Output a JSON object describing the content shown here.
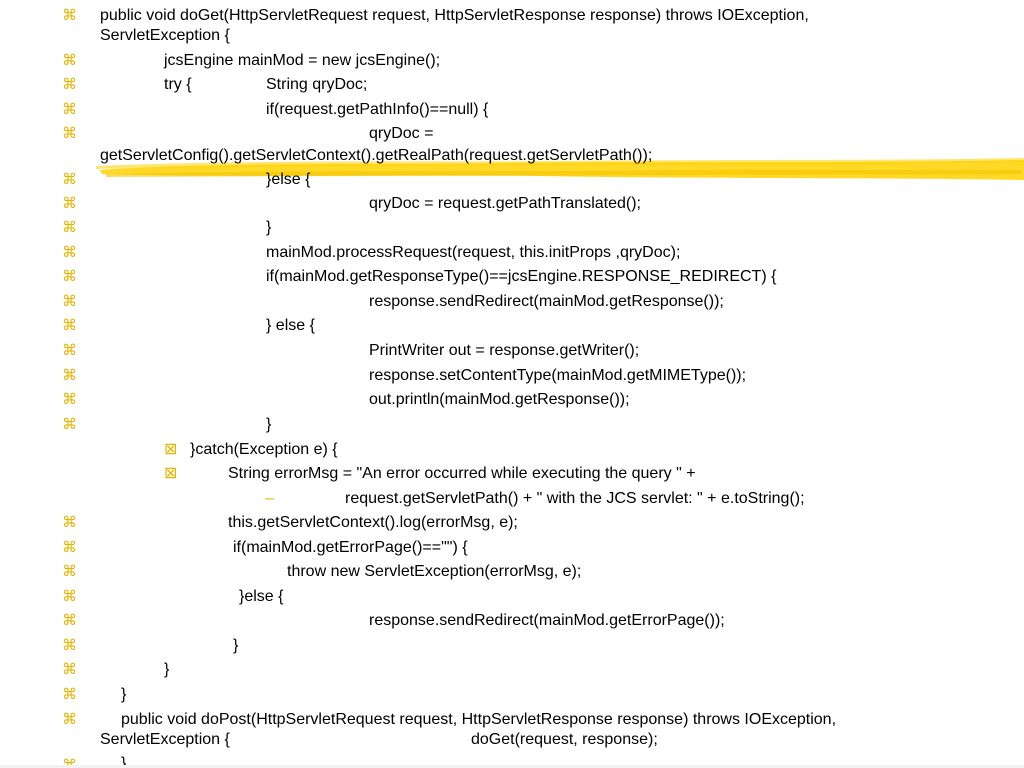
{
  "slide": {
    "bullet_glyph": "⌘",
    "sub_bullet_glyph": "⊠",
    "dash_glyph": "–",
    "accent_color": "#e7b400",
    "highlight_color": "#ffd200",
    "lines": [
      "public void doGet(HttpServletRequest request, HttpServletResponse response) throws IOException,",
      "ServletException {",
      "jcsEngine mainMod = new jcsEngine();",
      "try {",
      "String qryDoc;",
      "if(request.getPathInfo()==null) {",
      "qryDoc =",
      "getServletConfig().getServletContext().getRealPath(request.getServletPath());",
      "}else {",
      "qryDoc = request.getPathTranslated();",
      "}",
      "mainMod.processRequest(request, this.initProps ,qryDoc);",
      "if(mainMod.getResponseType()==jcsEngine.RESPONSE_REDIRECT) {",
      "response.sendRedirect(mainMod.getResponse());",
      "} else {",
      "PrintWriter out = response.getWriter();",
      "response.setContentType(mainMod.getMIMEType());",
      "out.println(mainMod.getResponse());",
      "}",
      "}catch(Exception e) {",
      "String errorMsg = \"An error occurred while executing the query \" +",
      "request.getServletPath() + \" with the JCS servlet: \" + e.toString();",
      "this.getServletContext().log(errorMsg, e);",
      "if(mainMod.getErrorPage()==\"\") {",
      "throw new ServletException(errorMsg, e);",
      "}else {",
      "response.sendRedirect(mainMod.getErrorPage());",
      "}",
      "}",
      "}",
      "public void doPost(HttpServletRequest request, HttpServletResponse response) throws IOException,",
      "ServletException {",
      "doGet(request, response);",
      "}"
    ]
  }
}
